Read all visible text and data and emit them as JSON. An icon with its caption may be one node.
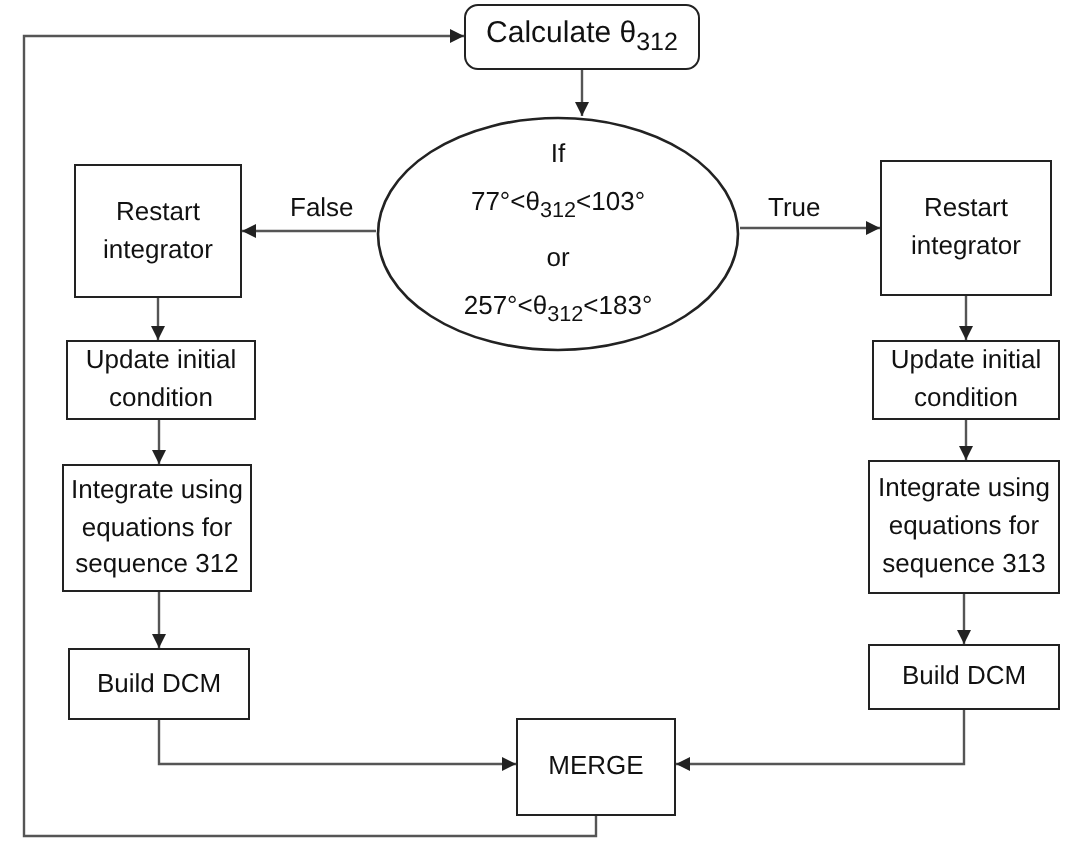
{
  "diagram": {
    "nodes": [
      {
        "text": [
          "Calculate θ$_{312}$"
        ]
      },
      {
        "text": [
          "If",
          "77°<θ$_{312}$<103°",
          "or",
          "257°<θ$_{312}$<183°"
        ]
      },
      {
        "text": [
          "Restart integrator"
        ]
      },
      {
        "text": [
          "Update initial condition"
        ]
      },
      {
        "text": [
          "Integrate using equations for sequence 312"
        ]
      },
      {
        "text": [
          "Build DCM"
        ]
      },
      {
        "text": [
          "Restart integrator"
        ]
      },
      {
        "text": [
          "Update initial condition"
        ]
      },
      {
        "text": [
          "Integrate using equations for sequence 313"
        ]
      },
      {
        "text": [
          "Build DCM"
        ]
      },
      {
        "text": [
          "MERGE"
        ]
      }
    ],
    "edges": [
      {
        "from": 0,
        "to": 1,
        "arrow": "to"
      },
      {
        "from": 1,
        "to": 2,
        "arrow": "to",
        "label": "False"
      },
      {
        "from": 1,
        "to": 6,
        "arrow": "to",
        "label": "True"
      },
      {
        "from": 2,
        "to": 3,
        "arrow": "to"
      },
      {
        "from": 3,
        "to": 4,
        "arrow": "to"
      },
      {
        "from": 4,
        "to": 5,
        "arrow": "to"
      },
      {
        "from": 6,
        "to": 7,
        "arrow": "to"
      },
      {
        "from": 7,
        "to": 8,
        "arrow": "to"
      },
      {
        "from": 8,
        "to": 9,
        "arrow": "to"
      },
      {
        "from": 5,
        "to": 10,
        "arrow": "to"
      },
      {
        "from": 9,
        "to": 10,
        "arrow": "to"
      },
      {
        "from": 10,
        "to": 0,
        "arrow": "to"
      }
    ]
  }
}
